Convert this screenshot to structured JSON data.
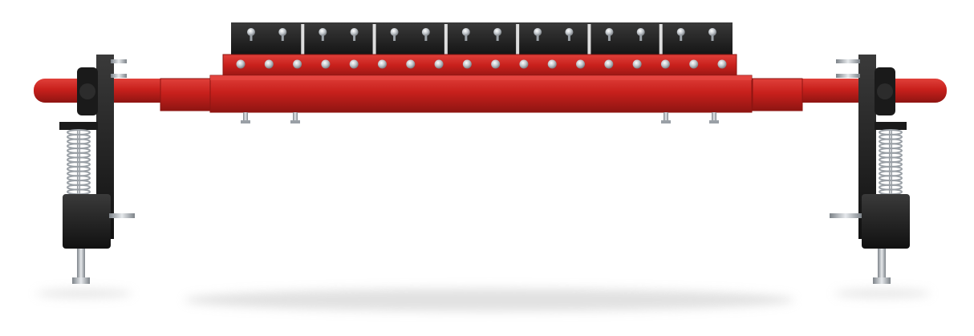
{
  "scene": {
    "subject": "belt-conveyor-primary-cleaner",
    "background_color": "#ffffff",
    "colors": {
      "frame_red": "#c8201c",
      "frame_red_dark": "#8e1512",
      "frame_red_light": "#e0403a",
      "blade_black": "#1c1c1c",
      "bracket_black": "#141414",
      "bolt_silver": "#b8bec4",
      "spring_silver": "#9aa0a6",
      "shadow_gray": "#c9c9c9"
    },
    "blade_segments": 7,
    "top_blade_bolts": 14,
    "holder_bolts": 18,
    "hanging_bolts": 4
  }
}
